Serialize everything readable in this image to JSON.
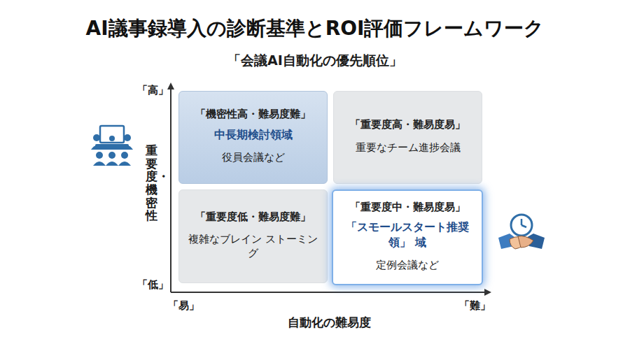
{
  "diagram": {
    "title": "AI議事録導入の診断基準とROI評価フレームワーク",
    "nodes": [
      {
        "text": [
          "「機密性高・難易度難」",
          "中長期検討領域",
          "役員会議など"
        ]
      },
      {
        "text": [
          "「重要度高・難易度易」",
          "重要なチーム進捗会議"
        ]
      },
      {
        "text": [
          "「重要度低・難易度難」",
          "複雑なブレイン ストーミング"
        ]
      },
      {
        "text": [
          "「重要度中・難易度易」",
          "「スモールスタート推奨領」 域",
          "定例会議など"
        ]
      }
    ],
    "labels": [
      "「会議AI自動化の優先順位」",
      "「高」",
      "重要度・機密性",
      "「低」",
      "「易」",
      "「難」",
      "自動化の難易度"
    ]
  }
}
